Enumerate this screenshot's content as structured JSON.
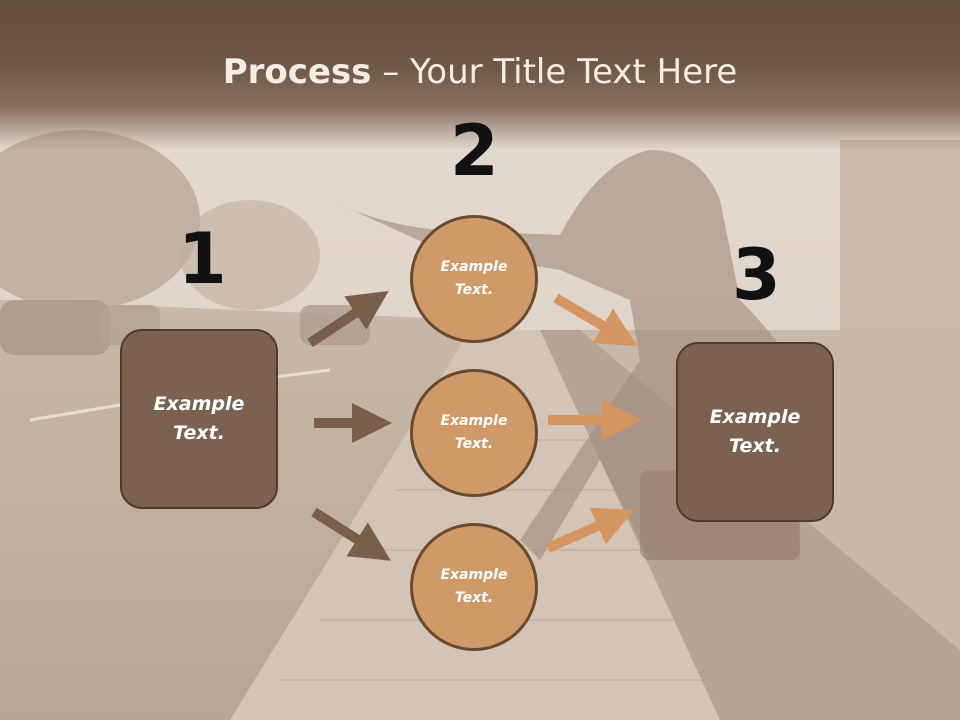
{
  "title": {
    "bold": "Process",
    "rest": " – Your Title Text Here"
  },
  "steps": {
    "n1": "1",
    "n2": "2",
    "n3": "3"
  },
  "left_box": {
    "text": "Example\nText."
  },
  "right_box": {
    "text": "Example\nText."
  },
  "circles": [
    {
      "text": "Example\nText."
    },
    {
      "text": "Example\nText."
    },
    {
      "text": "Example\nText."
    }
  ],
  "colors": {
    "header": "#6b5443",
    "box_fill": "#7b6150",
    "box_border": "#4e3b2e",
    "circle_fill": "#cf9a67",
    "circle_border": "#6a4a2e",
    "arrow_dark": "#7a5e4c",
    "arrow_light": "#d5955e"
  }
}
